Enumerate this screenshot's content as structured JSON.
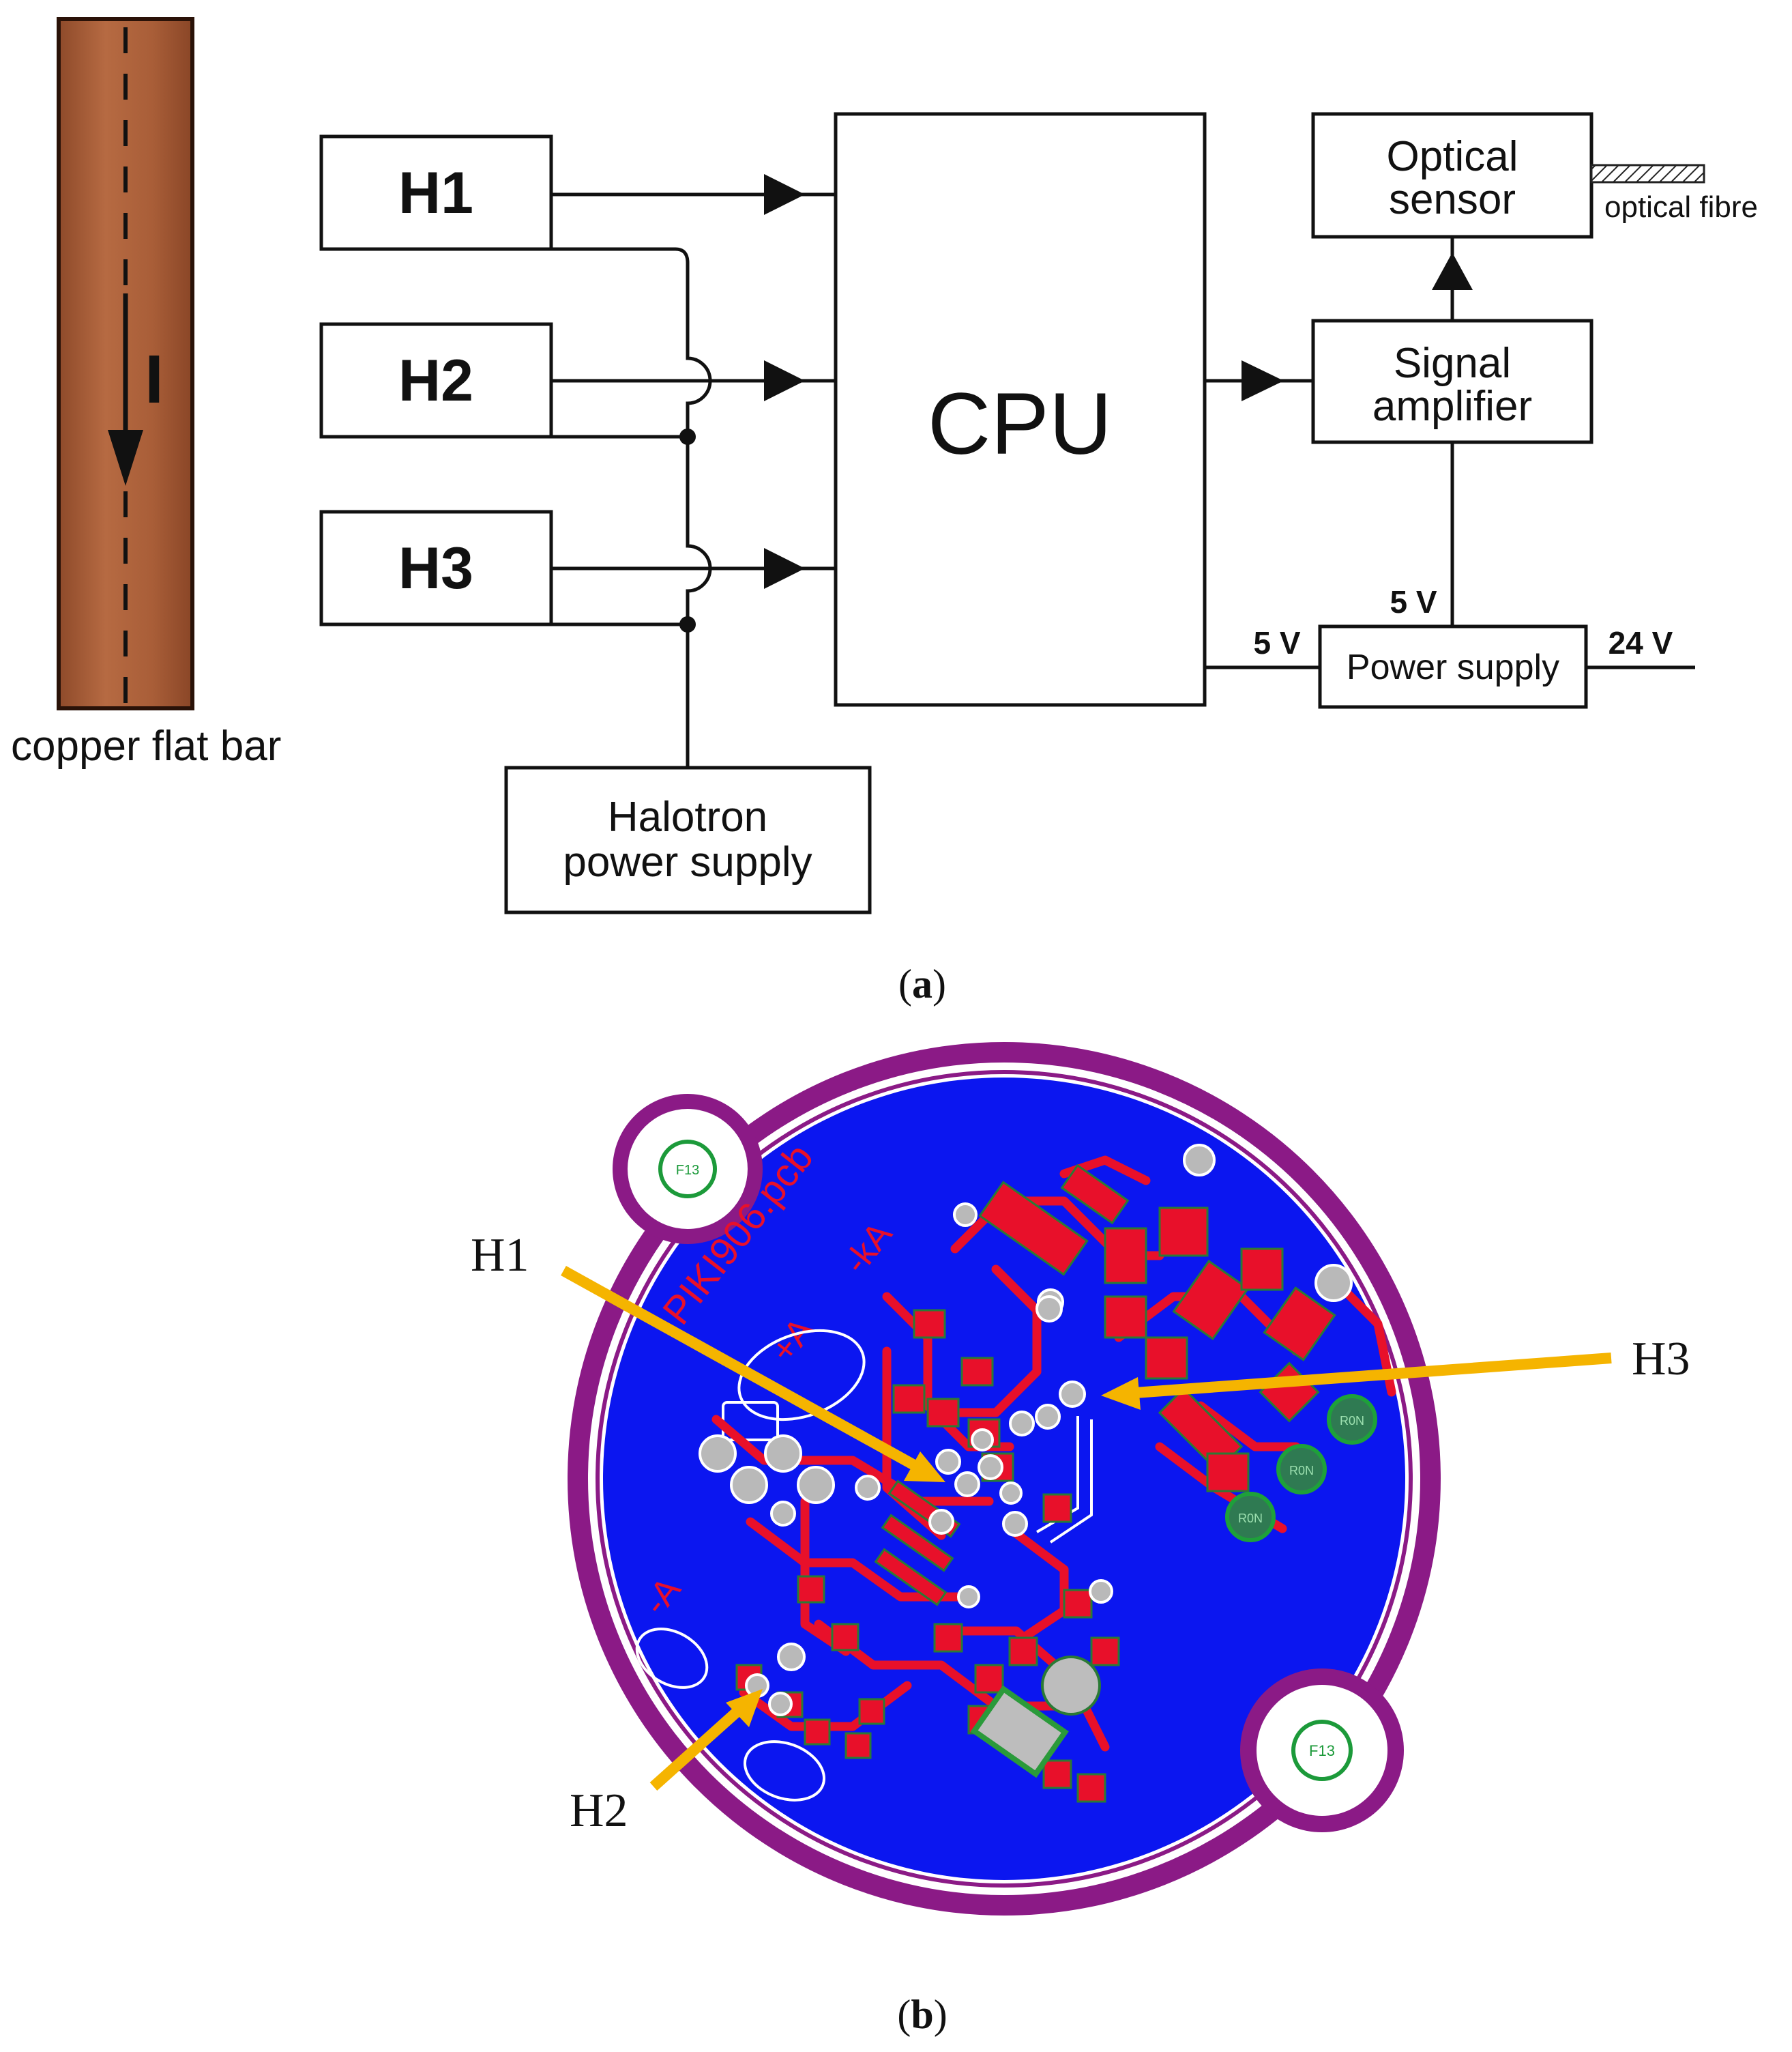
{
  "panel_a": {
    "caption": "a",
    "copper_bar": {
      "label": "copper flat bar",
      "current_label": "I",
      "color": "#b0663e"
    },
    "sensor_blocks": [
      "H1",
      "H2",
      "H3"
    ],
    "halotron_supply": [
      "Halotron",
      "power supply"
    ],
    "cpu_label": "CPU",
    "signal_amplifier": [
      "Signal",
      "amplifier"
    ],
    "optical_sensor": [
      "Optical",
      "sensor"
    ],
    "optical_fibre_label": "optical fibre",
    "power_supply_label": "Power supply",
    "voltages": {
      "amplifier_feed": "5 V",
      "cpu_feed": "5 V",
      "input": "24 V"
    }
  },
  "panel_b": {
    "caption": "b",
    "board_text": "PIKI906.pcb",
    "silkscreen_marks": [
      "+A",
      "-kA",
      "-A"
    ],
    "callouts": [
      "H1",
      "H2",
      "H3"
    ],
    "mount_hole_labels": [
      "F13",
      "F13"
    ],
    "component_labels": [
      "R0N",
      "R0N",
      "R0N"
    ],
    "colors": {
      "board_fill": "#0b16f0",
      "outline": "#8b1a86",
      "trace": "#e8102a",
      "callout_arrow": "#f5b400",
      "via": "#b9b9b9"
    }
  }
}
